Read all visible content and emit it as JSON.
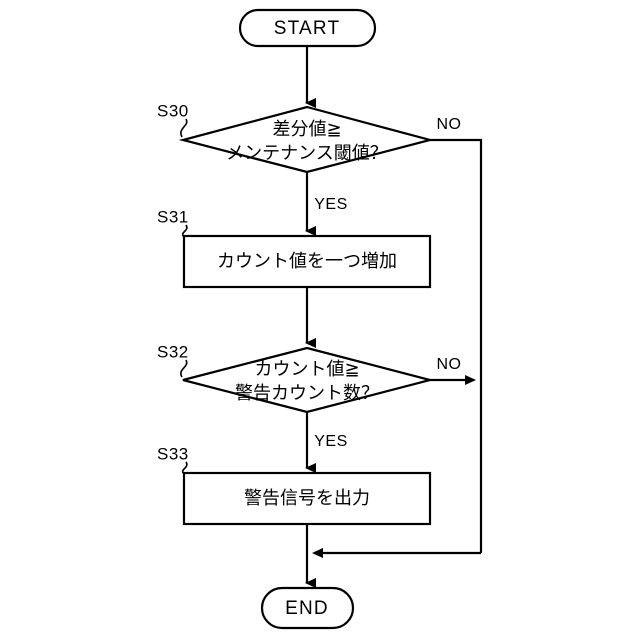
{
  "diagram": {
    "type": "flowchart",
    "language": "ja",
    "background_color": "#ffffff",
    "line_color": "#000000",
    "shape_fill": "#ffffff",
    "nodes": {
      "start": {
        "label": "START",
        "shape": "terminator"
      },
      "s30": {
        "step_id": "S30",
        "shape": "decision",
        "line1": "差分値≧",
        "line2": "メンテナンス閾値？"
      },
      "s31": {
        "step_id": "S31",
        "shape": "process",
        "label": "カウント値を一つ増加"
      },
      "s32": {
        "step_id": "S32",
        "shape": "decision",
        "line1": "カウント値≧",
        "line2": "警告カウント数？"
      },
      "s33": {
        "step_id": "S33",
        "shape": "process",
        "label": "警告信号を出力"
      },
      "end": {
        "label": "END",
        "shape": "terminator"
      }
    },
    "branch_labels": {
      "s30_no": "NO",
      "s30_yes": "YES",
      "s32_no": "NO",
      "s32_yes": "YES"
    }
  }
}
